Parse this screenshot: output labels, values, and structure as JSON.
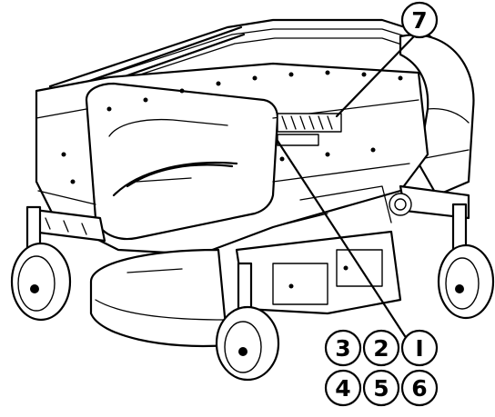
{
  "figure": {
    "callouts": [
      {
        "id": "c7",
        "label": "7"
      },
      {
        "id": "c3",
        "label": "3"
      },
      {
        "id": "c2",
        "label": "2"
      },
      {
        "id": "c1",
        "label": "I"
      },
      {
        "id": "c4",
        "label": "4"
      },
      {
        "id": "c5",
        "label": "5"
      },
      {
        "id": "c6",
        "label": "6"
      }
    ]
  }
}
